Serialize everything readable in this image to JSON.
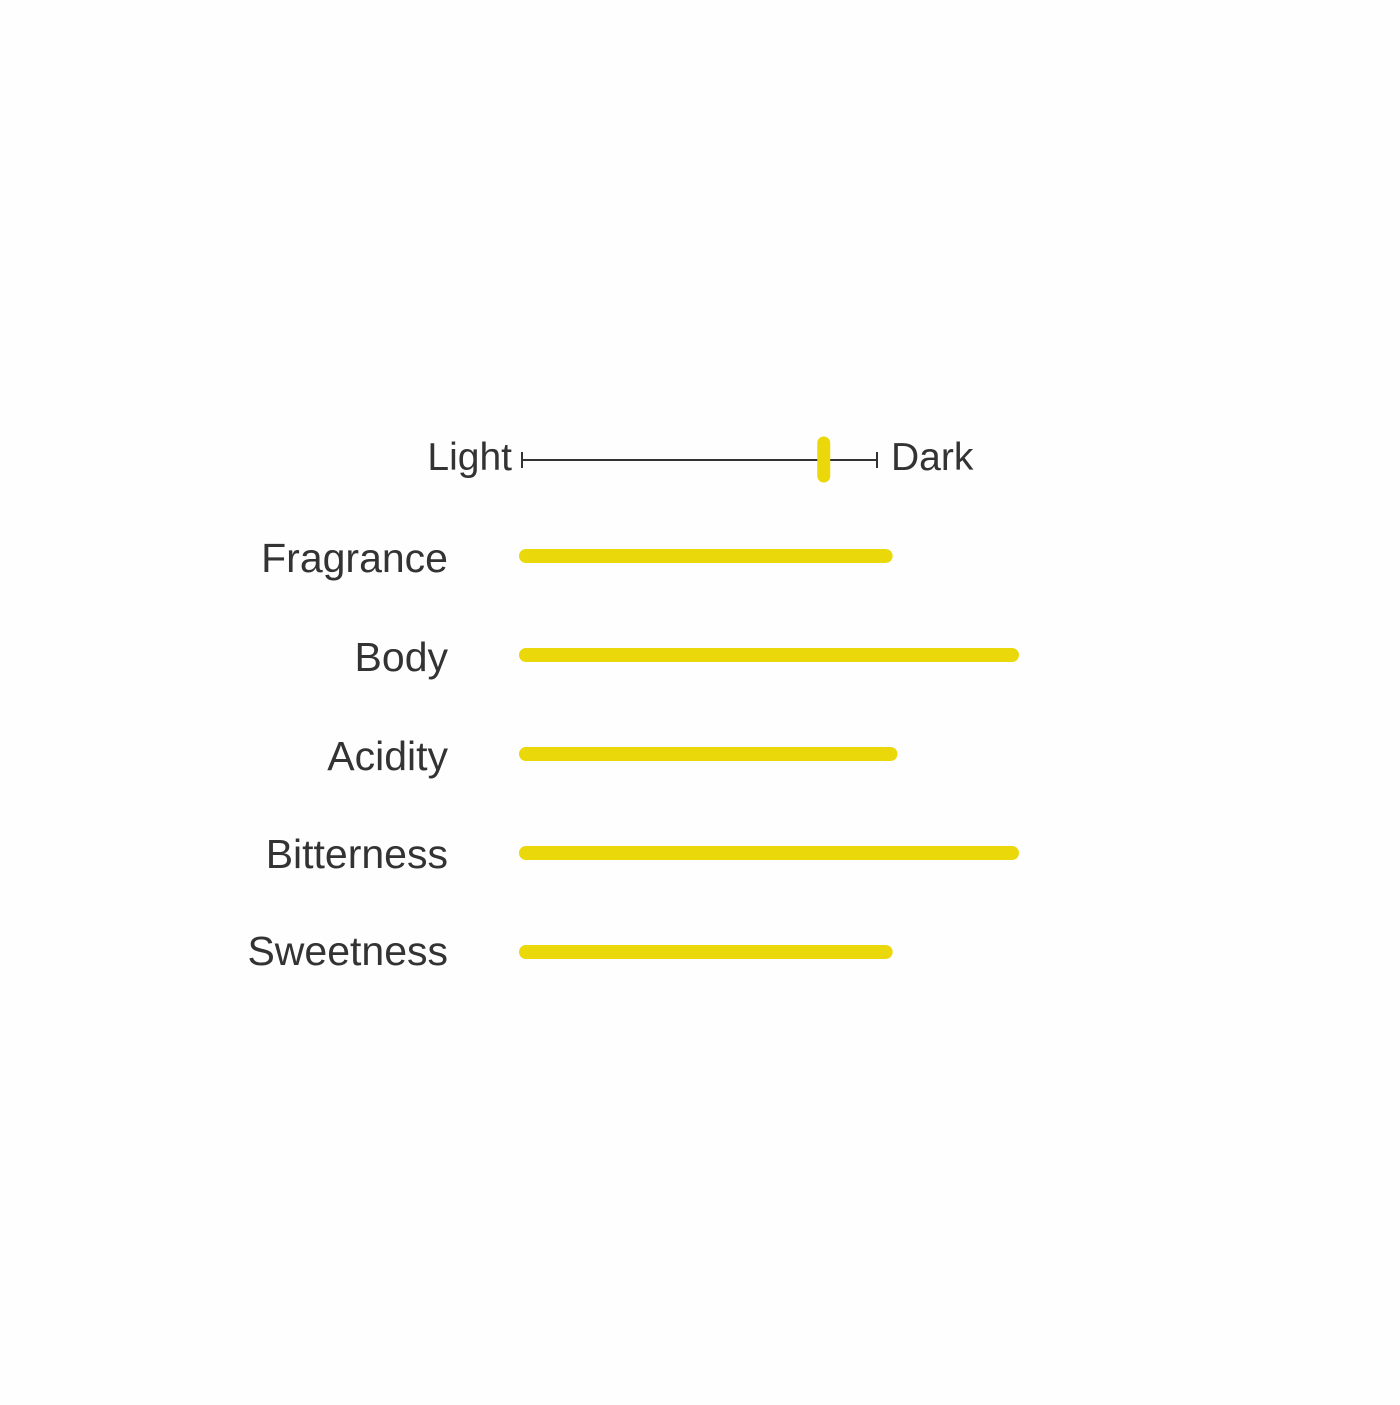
{
  "roast_scale": {
    "left_label": "Light",
    "right_label": "Dark",
    "value": 0.85
  },
  "chart_data": {
    "type": "bar",
    "orientation": "horizontal",
    "categories": [
      "Fragrance",
      "Body",
      "Acidity",
      "Bitterness",
      "Sweetness"
    ],
    "values": [
      0.74,
      1.0,
      0.75,
      1.0,
      0.74
    ],
    "xlim": [
      0,
      1
    ],
    "grid": false,
    "legend": "none"
  },
  "colors": {
    "accent": "#ead80b",
    "text": "#333333",
    "axis": "#333333",
    "background": "#fefefe"
  }
}
